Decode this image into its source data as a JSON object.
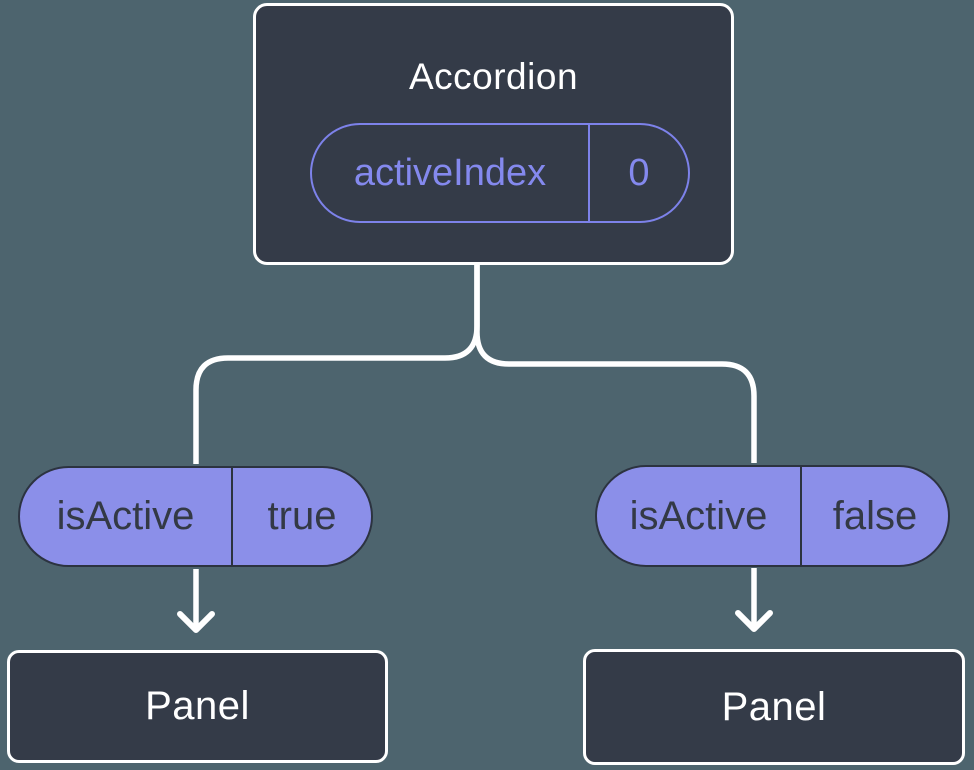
{
  "colors": {
    "background": "#4d646e",
    "node-fill": "#343b48",
    "node-border": "#ffffff",
    "connector": "#ffffff",
    "pill-fill": "#8b8fe9",
    "pill-outline": "#7d82ea",
    "pill-border-dark": "#2c3340",
    "pill-text-purple": "#8489ee",
    "pill-text-dark": "#333945",
    "title-text": "#ffffff"
  },
  "diagram": {
    "root": {
      "title": "Accordion",
      "prop_name": "activeIndex",
      "prop_value": "0"
    },
    "branches": [
      {
        "state_name": "isActive",
        "state_value": "true",
        "child_title": "Panel"
      },
      {
        "state_name": "isActive",
        "state_value": "false",
        "child_title": "Panel"
      }
    ]
  }
}
